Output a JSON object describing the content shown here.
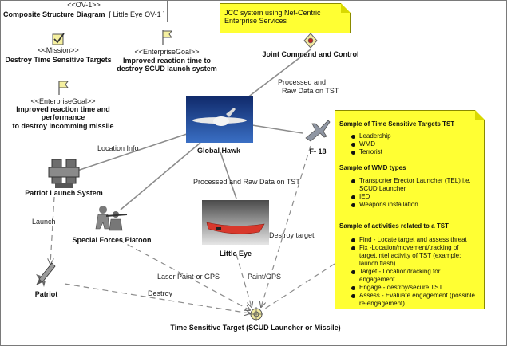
{
  "frame": {
    "kind": "<<OV-1>>",
    "title": "Composite Structure Diagram",
    "subtitle": "[ Little Eye OV-1 ]"
  },
  "mission": {
    "stereotype": "<<Mission>>",
    "name": "Destroy Time Sensitive Targets"
  },
  "goal1": {
    "stereotype": "<<EnterpriseGoal>>",
    "line1": "Improved reaction time  to",
    "line2": "destroy SCUD launch system"
  },
  "goal2": {
    "stereotype": "<<EnterpriseGoal>>",
    "line1": "Improved reaction time and",
    "line2": "performance",
    "line3": "to destroy incomming missile"
  },
  "nodes": {
    "jcc": "Joint Command and Control",
    "global_hawk": "Global Hawk",
    "f18": "F- 18",
    "patriot_launch": "Patriot Launch System",
    "sof": "Special Forces Platoon",
    "little_eye": "Little Eye",
    "patriot": "Patriot",
    "tst": "Time Sensitive Target (SCUD Launcher or Missile)"
  },
  "connector_labels": {
    "processed_raw_line1": "Processed and",
    "processed_raw_line2": "Raw Data on TST",
    "location_info": "Location Info",
    "processed_raw_tst": "Processed and Raw  Data on TST",
    "launch": "Launch",
    "destroy_target": "Destroy target",
    "laser_paint": "Laser Paint-or GPS",
    "paint_gps": "Paint/GPS",
    "destroy": "Destroy"
  },
  "note_jcc": "JCC system  using Net-Centric Enterprise Services",
  "note_tst": {
    "sec1_title": "Sample of Time Sensitive Targets TST",
    "sec1_items": [
      "Leadership",
      "WMD",
      "Terrorist"
    ],
    "sec2_title": "Sample of WMD types",
    "sec2_items": [
      "Transporter Erector Launcher (TEL) i.e. SCUD Launcher",
      "IED",
      "Weapons installation"
    ],
    "sec3_title": "Sample of activities related to a TST",
    "sec3_items": [
      "Find - Locate target and assess threat",
      "Fix -Location/movement/tracking of target,intel activity of TST (example: launch flash)",
      "Target - Location/tracking for engagement",
      "Engage - destroy/secure TST",
      "Assess - Evaluate engagement (possible re-engagement)"
    ]
  },
  "colors": {
    "note": "#ffff33",
    "frame": "#7a7a7a",
    "connector": "#7f7f7f"
  }
}
